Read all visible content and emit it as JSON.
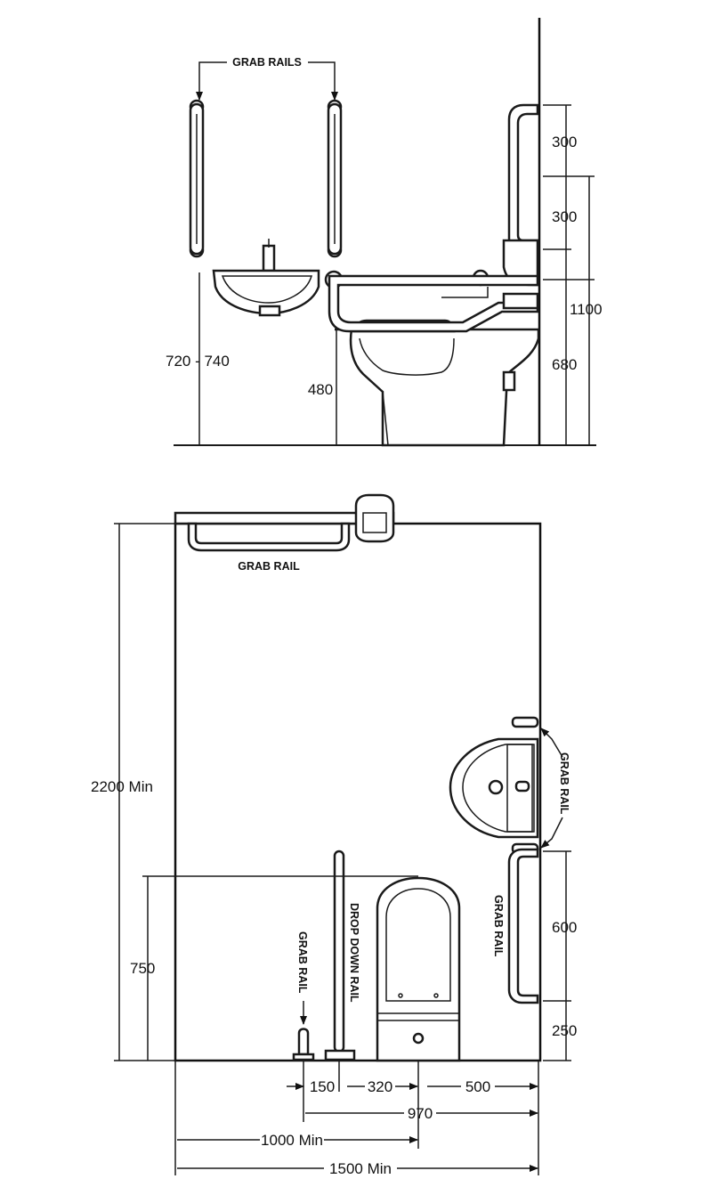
{
  "elevation": {
    "grab_rails_label": "GRAB RAILS",
    "dims": {
      "upper_rail": "300",
      "lower_rail": "300",
      "rail_height": "1100",
      "rail_to_floor": "680",
      "basin_height": "720 - 740",
      "seat_height": "480"
    }
  },
  "plan": {
    "top_grab_rail_label": "GRAB RAIL",
    "right_grab_rail_label": "GRAB RAIL",
    "side_grab_rail_label": "GRAB RAIL",
    "floor_grab_rail_label": "GRAB RAIL",
    "drop_down_rail_label": "DROP DOWN RAIL",
    "dims": {
      "room_depth": "2200 Min",
      "wc_projection": "750",
      "side_rail_length": "600",
      "side_rail_offset": "250",
      "d150": "150",
      "d320": "320",
      "d500": "500",
      "d970": "970",
      "d1000": "1000 Min",
      "d1500": "1500 Min"
    }
  },
  "colors": {
    "line": "#1a1a1a",
    "background": "#ffffff"
  }
}
